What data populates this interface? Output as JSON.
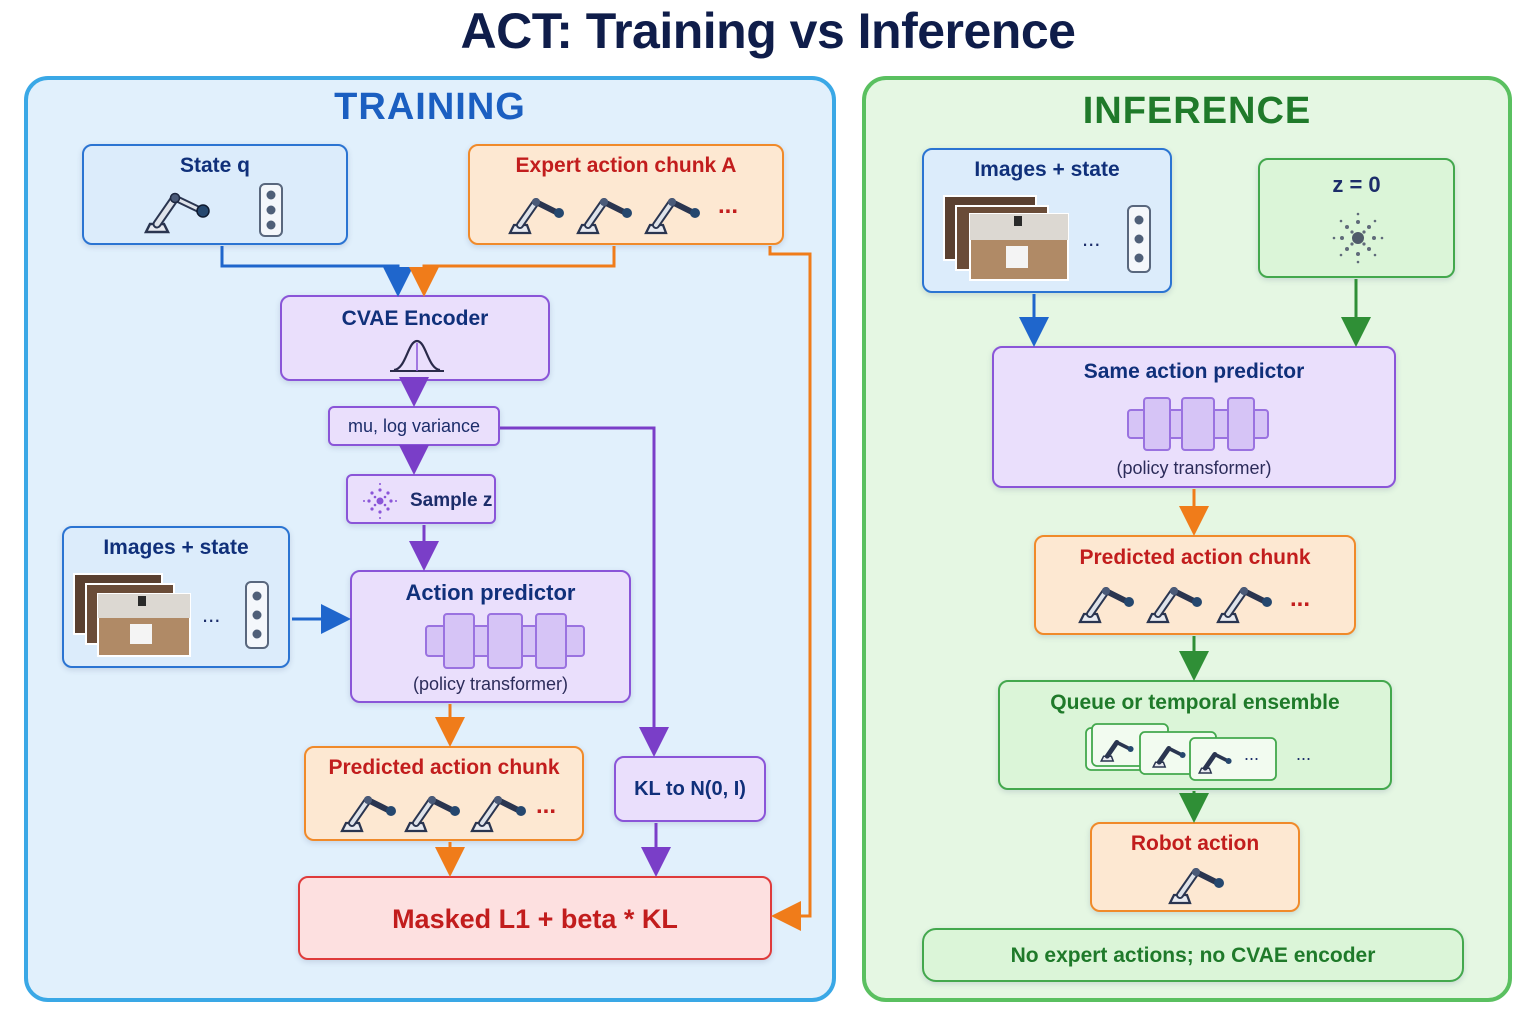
{
  "title": "ACT: Training vs Inference",
  "training": {
    "header": "TRAINING",
    "state_q": "State q",
    "expert_chunk": "Expert action chunk A",
    "cvae_encoder": "CVAE Encoder",
    "mu_logvar": "mu, log variance",
    "sample_z": "Sample z",
    "images_state": "Images + state",
    "action_predictor": "Action predictor",
    "policy_transformer": "(policy transformer)",
    "predicted_chunk": "Predicted action chunk",
    "kl": "KL to N(0, I)",
    "loss": "Masked L1 + beta * KL",
    "ellipsis": "..."
  },
  "inference": {
    "header": "INFERENCE",
    "images_state": "Images + state",
    "z_zero": "z = 0",
    "same_predictor": "Same action predictor",
    "policy_transformer": "(policy transformer)",
    "predicted_chunk": "Predicted action chunk",
    "queue": "Queue or temporal ensemble",
    "robot_action": "Robot action",
    "note": "No expert actions; no CVAE encoder",
    "ellipsis": "..."
  },
  "colors": {
    "blue_arrow": "#1f66cc",
    "orange_arrow": "#f07c1a",
    "purple_arrow": "#7a3ec8",
    "green_arrow": "#2f8f36",
    "training_border": "#3aa8e6",
    "inference_border": "#5ac060"
  }
}
